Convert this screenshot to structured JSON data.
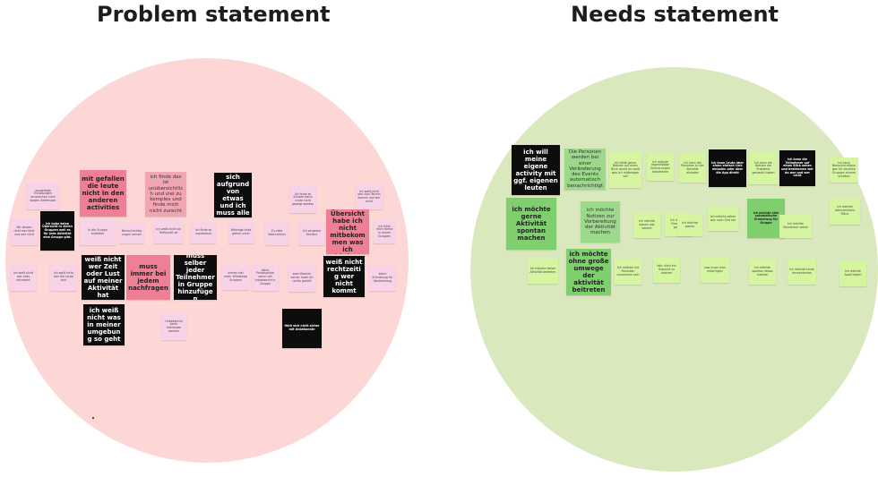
{
  "titles": {
    "problem": "Problem statement",
    "needs": "Needs statement"
  },
  "colors": {
    "problem_circle": "#fdd6d6",
    "needs_circle": "#d9e8bd",
    "note_pink_light": "#f8d3e8",
    "note_pink_medium": "#f2a6b4",
    "note_pink_strong": "#ee7f95",
    "note_black": "#0d0d0d",
    "note_green_medium": "#9cd98a",
    "note_green_light": "#d6f5a0",
    "note_green_strong": "#7fcf6f"
  },
  "problem_notes": [
    {
      "text": "ausgelegte Einladungen ansprechen nicht wegen Zeitfenster",
      "style": "pink-light"
    },
    {
      "text": "Ich habe keine Übersicht in vielen Gruppen weil es für jede Aktivität eine Gruppe gibt.",
      "style": "black"
    },
    {
      "text": "mit gefallen die leute nicht in den anderen activities",
      "style": "pink-strong"
    },
    {
      "text": "ich finde das ist unübersichtlich und viel zu komplex und finde mich nicht zurecht",
      "style": "pink-medium"
    },
    {
      "text": "Der Termin ändert sich aufgrund von etwas und ich muss alle Leute benachrichtigen",
      "style": "black"
    },
    {
      "text": "Ich finde es Schade wenn Leute nicht gezeigt werden",
      "style": "pink-light"
    },
    {
      "text": "Ich weiß nicht wer zum Termin kommt und wer nicht",
      "style": "pink-light"
    },
    {
      "text": "Durch eine schlechte Übersicht habe ich nicht mitbekommen was ich mitbringen soll",
      "style": "pink-strong"
    },
    {
      "text": "Ich fühle mich fremd in neuen Gruppen",
      "style": "pink-light"
    },
    {
      "text": "In die Gruppe eintreten",
      "style": "pink-light"
    },
    {
      "text": "Benachrichtigungen nerven",
      "style": "pink-light"
    },
    {
      "text": "Ich weiß nicht wo Treffpunkt ist",
      "style": "pink-light"
    },
    {
      "text": "Ich finde es unpraktisch",
      "style": "pink-light"
    },
    {
      "text": "Wichtige Infos gehen unter",
      "style": "pink-light"
    },
    {
      "text": "Zu viele Nachrichten",
      "style": "pink-light"
    },
    {
      "text": "Ich vergesse Termine",
      "style": "pink-light"
    },
    {
      "text": "Wir wissen nicht wer fehlt und wer nicht",
      "style": "pink-light"
    },
    {
      "text": "Ich weiß nicht wer alles mitmacht",
      "style": "pink-light"
    },
    {
      "text": "Ich weiß nicht wer die Leute sind",
      "style": "pink-light"
    },
    {
      "text": "weiß nicht wer Zeit oder Lust auf meiner Aktivität hat",
      "style": "black"
    },
    {
      "text": "muss immer bei jedem nachfragen",
      "style": "pink-strong"
    },
    {
      "text": "muss selber jeder Teilnehmer in Gruppe hinzufügen",
      "style": "black"
    },
    {
      "text": "Immer viel mehr WhatsApp Gruppen",
      "style": "pink-light"
    },
    {
      "text": "keine Privatsphäre wenn viel unbekannte in Gruppe",
      "style": "pink-light"
    },
    {
      "text": "zwei Wochen vorher habe ich nichts gehört",
      "style": "pink-light"
    },
    {
      "text": "weiß nicht rechtzeitig wer nicht kommt",
      "style": "black"
    },
    {
      "text": "keine Erinnerung für Abstimmung",
      "style": "pink-light"
    },
    {
      "text": "ich weiß nicht was in meiner umgebung so geht",
      "style": "black"
    },
    {
      "text": "Unbekannte beim Interessen wecken",
      "style": "pink-light"
    },
    {
      "text": "fühlt sich nicht sicher mit Unbekannte",
      "style": "black"
    }
  ],
  "needs_notes": [
    {
      "text": "ich will meine eigene activity mit ggf. eigenen leuten",
      "style": "black"
    },
    {
      "text": "Die Personen werden bei einer Veränderung des Events automatisch benachrichtigt",
      "style": "green-medium"
    },
    {
      "text": "Ich hätte gerne Notizen auf einen Blick damit ich weiß was ich mitbringen soll",
      "style": "green-light"
    },
    {
      "text": "Ich möchte regelmäßige Erinnerungen bekommen",
      "style": "green-light"
    },
    {
      "text": "Ich kann die Personen zu der Aktivität einladen",
      "style": "green-light"
    },
    {
      "text": "Ich kann Leute über einen einfach Link einladen oder über die App direkt",
      "style": "black"
    },
    {
      "text": "Ich kann die Notizen der Probleme gemacht haben",
      "style": "green-light"
    },
    {
      "text": "Ich kann die Teilnehmer auf einen Blick sehen und bestimmen wer da war und wer nicht",
      "style": "black"
    },
    {
      "text": "Ich kann Benachrichtigungen für einzelne Gruppen stumm schalten",
      "style": "green-light"
    },
    {
      "text": "ich möchte gerne Aktivität spontan machen",
      "style": "green-strong"
    },
    {
      "text": "ich möchte Notizen zur Vorbereitung der Aktivität machen",
      "style": "green-medium"
    },
    {
      "text": "Ich möchte wissen wer kommt",
      "style": "green-light"
    },
    {
      "text": "Ich möchte Feedback geben",
      "style": "green-light"
    },
    {
      "text": "Ich möchte sehen wer noch Zeit hat",
      "style": "green-light"
    },
    {
      "text": "ich möchte eine automatische Erinnerung für Gruppe",
      "style": "green-strong"
    },
    {
      "text": "ich möchte übersichtliche Pläne",
      "style": "green-light"
    },
    {
      "text": "ich möchte dieser Aktivität beitreten",
      "style": "green-light"
    },
    {
      "text": "ich möchte ohne große umwege der aktivität beitreten",
      "style": "green-strong"
    },
    {
      "text": "Ich möchte mit Freunden zusammen sein",
      "style": "green-light"
    },
    {
      "text": "falls nicht ein fixpunkt zu machen",
      "style": "green-light"
    },
    {
      "text": "was muss man mitbringen",
      "style": "green-light"
    },
    {
      "text": "Ich möchte spontan etwas machen",
      "style": "green-light"
    },
    {
      "text": "Ich möchte Leute kennenlernen",
      "style": "green-light"
    },
    {
      "text": "Ich möchte Spaß haben",
      "style": "green-light"
    },
    {
      "text": "Ich möchte Teilnehmer sehen",
      "style": "green-light"
    },
    {
      "text": "Ich möchte planen",
      "style": "green-light"
    }
  ]
}
